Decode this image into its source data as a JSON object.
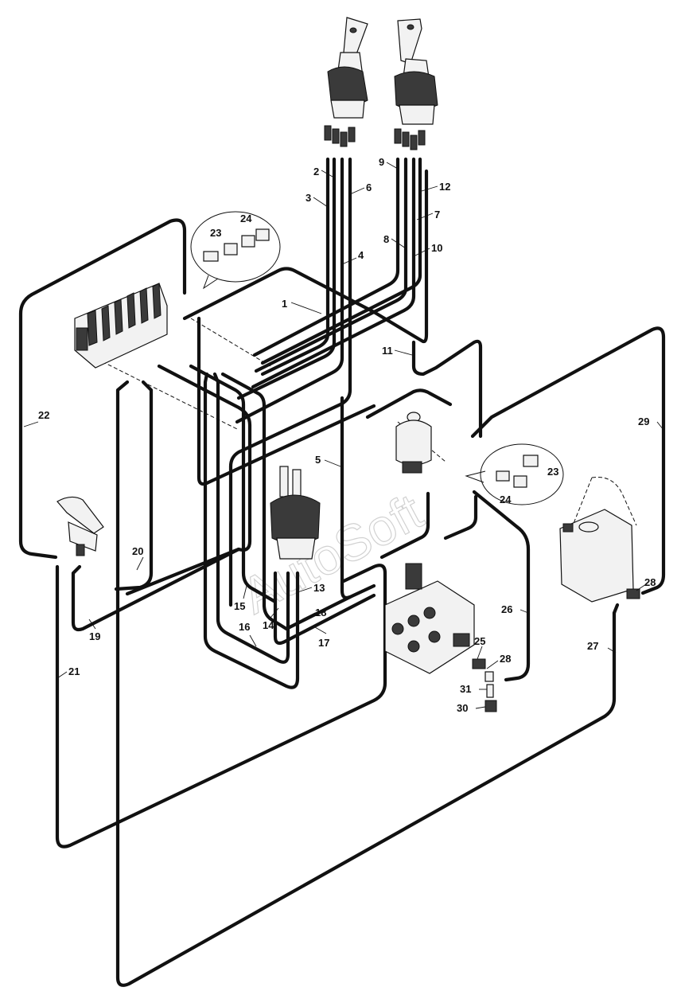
{
  "watermark": "AutoSoft",
  "labels": [
    "1",
    "2",
    "3",
    "4",
    "5",
    "6",
    "7",
    "8",
    "9",
    "10",
    "11",
    "12",
    "13",
    "14",
    "15",
    "16",
    "17",
    "18",
    "19",
    "20",
    "21",
    "22",
    "23",
    "24",
    "25",
    "26",
    "27",
    "28",
    "29",
    "30",
    "31"
  ],
  "callout_labels": [
    "23",
    "24",
    "23",
    "24"
  ],
  "extra_labels": [
    "28"
  ],
  "components": [
    "joystick-left",
    "joystick-right",
    "joystick-center",
    "main-control-valve",
    "foot-pedal",
    "accumulator",
    "auxiliary-valve",
    "hydraulic-tank"
  ]
}
